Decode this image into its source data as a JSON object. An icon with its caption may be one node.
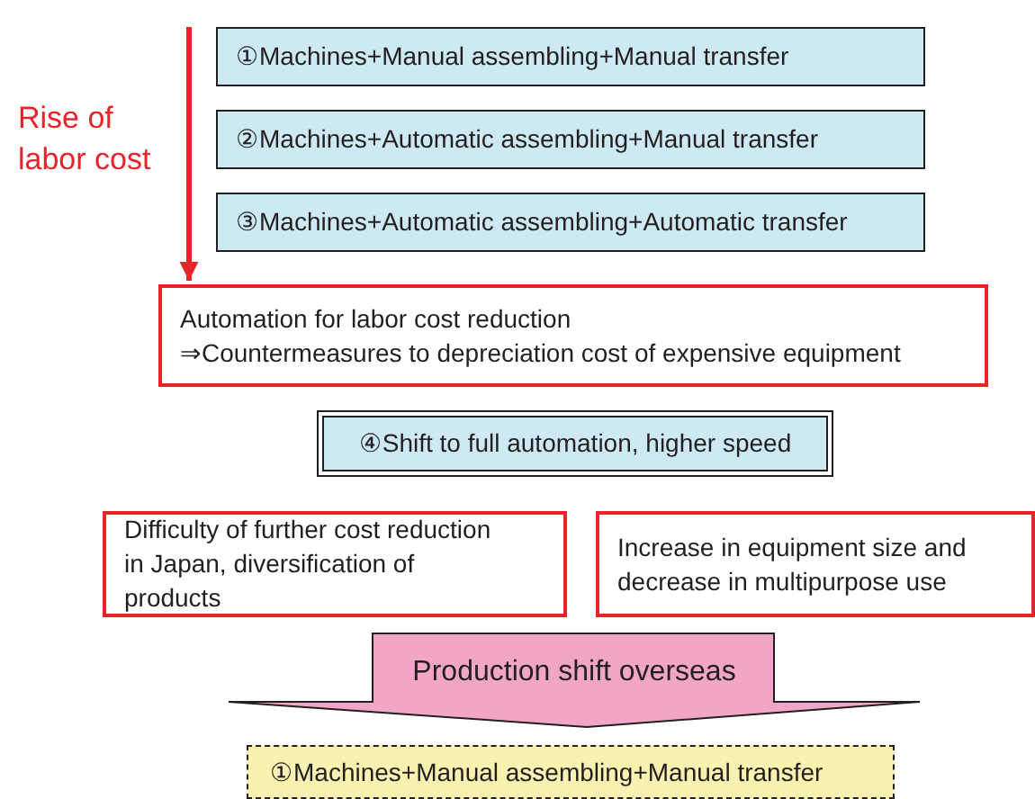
{
  "diagram": {
    "nodes": [
      {
        "text": [
          "①Machines+Manual assembling+Manual transfer"
        ]
      },
      {
        "text": [
          "②Machines+Automatic assembling+Manual transfer"
        ]
      },
      {
        "text": [
          "③Machines+Automatic assembling+Automatic transfer"
        ]
      },
      {
        "text": [
          "Automation for labor cost reduction",
          "⇒Countermeasures to depreciation cost of expensive equipment"
        ]
      },
      {
        "text": [
          "④Shift to full automation, higher speed"
        ]
      },
      {
        "text": [
          "Difficulty of further cost reduction in Japan, diversification of products"
        ]
      },
      {
        "text": [
          "Increase in equipment size and decrease in multipurpose use"
        ]
      },
      {
        "text": [
          "Production shift overseas"
        ]
      },
      {
        "text": [
          "①Machines+Manual assembling+Manual transfer"
        ]
      }
    ],
    "edges": [
      {
        "from": null,
        "to": 3,
        "arrow": "to",
        "color": "#e8242b",
        "label": "Rise of labor cost"
      }
    ]
  }
}
